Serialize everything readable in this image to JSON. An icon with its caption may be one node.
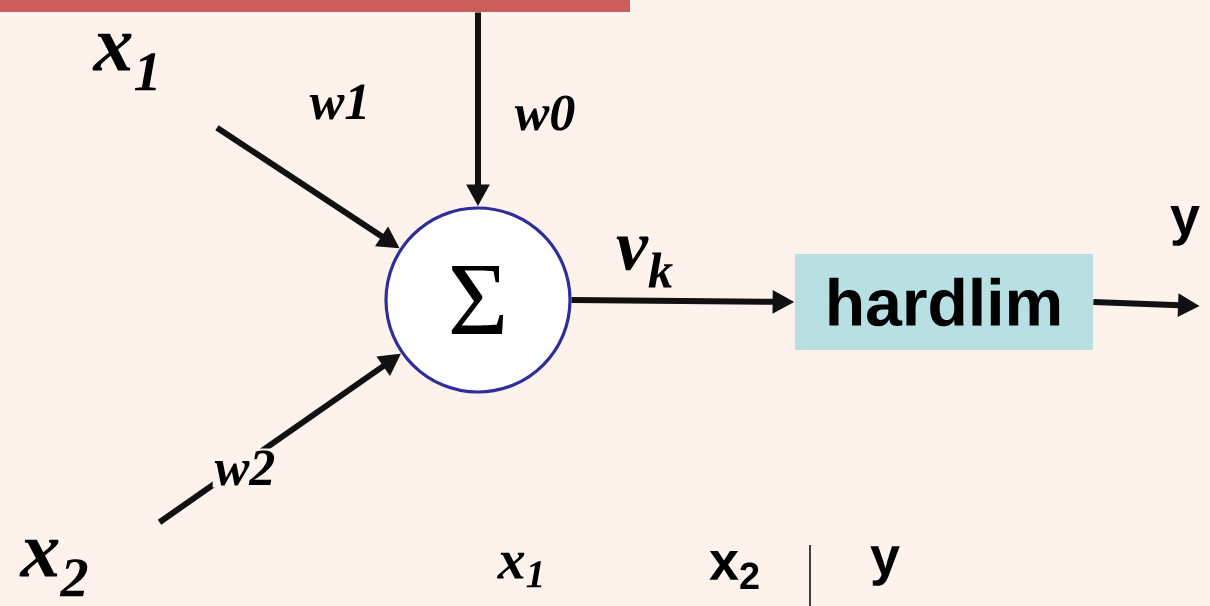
{
  "diagram": {
    "nodes": [
      {
        "text": [
          "x$_{1}$"
        ]
      },
      {
        "text": [
          "x$_{2}$"
        ]
      },
      {
        "text": [],
        "shape": "bar"
      },
      {
        "text": [
          "Σ"
        ]
      },
      {
        "text": [
          "hardlim"
        ]
      }
    ],
    "edges": [
      {
        "from": 2,
        "to": 3,
        "arrow": "to",
        "label": "w0"
      },
      {
        "from": 0,
        "to": 3,
        "arrow": "to",
        "label": "w1"
      },
      {
        "from": 1,
        "to": 3,
        "arrow": "to",
        "label": "w2"
      },
      {
        "from": 3,
        "to": 4,
        "arrow": "to",
        "label": "v$_{k}$"
      },
      {
        "from": 4,
        "to": null,
        "arrow": "to"
      }
    ],
    "labels": [
      "y",
      "x$_{1}$",
      "x$_{2}$",
      "y"
    ]
  }
}
